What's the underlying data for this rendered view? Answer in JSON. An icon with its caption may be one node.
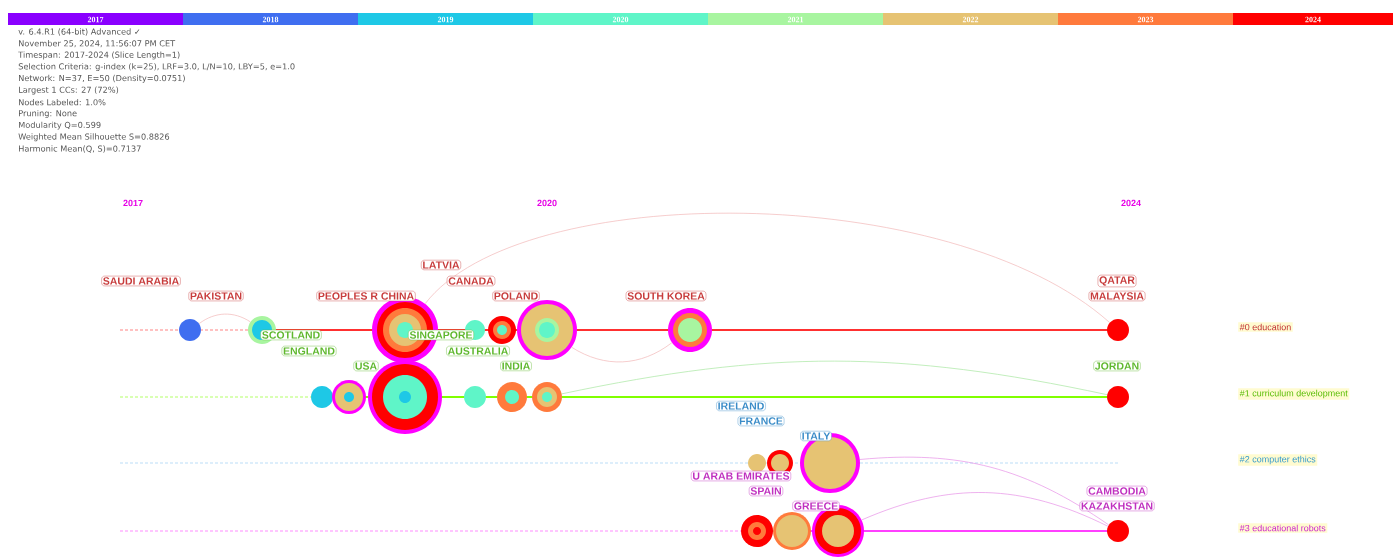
{
  "diagram": {
    "nodes": [
      {
        "text": [],
        "shape": "circle"
      },
      {
        "text": [],
        "shape": "circle"
      },
      {
        "text": [],
        "shape": "circle"
      },
      {
        "text": [],
        "shape": "circle"
      },
      {
        "text": [],
        "shape": "circle"
      },
      {
        "text": [],
        "shape": "circle"
      },
      {
        "text": [],
        "shape": "circle"
      },
      {
        "text": [],
        "shape": "circle"
      },
      {
        "text": [],
        "shape": "circle"
      },
      {
        "text": [],
        "shape": "circle"
      },
      {
        "text": [],
        "shape": "circle"
      },
      {
        "text": [],
        "shape": "circle"
      },
      {
        "text": [],
        "shape": "circle"
      },
      {
        "text": [],
        "shape": "circle"
      },
      {
        "text": [],
        "shape": "circle"
      },
      {
        "text": [],
        "shape": "circle"
      },
      {
        "text": [],
        "shape": "circle"
      },
      {
        "text": [],
        "shape": "circle"
      },
      {
        "text": [],
        "shape": "circle"
      },
      {
        "text": [],
        "shape": "circle"
      },
      {
        "text": [],
        "shape": "circle"
      },
      {
        "text": [],
        "shape": "circle"
      }
    ],
    "edges": [
      {
        "from": 0,
        "to": 1,
        "arrow": "none"
      },
      {
        "from": 2,
        "to": 7,
        "arrow": "none"
      },
      {
        "from": 5,
        "to": 6,
        "arrow": "none"
      },
      {
        "from": 13,
        "to": 14,
        "arrow": "none",
        "color": "#a8e6a0"
      },
      {
        "from": 17,
        "to": 21,
        "arrow": "none",
        "color": "#e690e6"
      },
      {
        "from": 20,
        "to": 21,
        "arrow": "none",
        "color": "#e690e6"
      }
    ],
    "labels": [
      "v. 6.4.R1 (64-bit) Advanced ✓",
      "November 25, 2024, 11:56:07 PM CET",
      "Timespan: 2017-2024 (Slice Length=1)",
      "Selection Criteria: g-index (k=25), LRF=3.0, L/N=10, LBY=5, e=1.0",
      "Network: N=37, E=50 (Density=0.0751)",
      "Largest 1 CCs: 27 (72%)",
      "Nodes Labeled: 1.0%",
      "Pruning: None",
      "Modularity Q=0.599",
      "Weighted Mean Silhouette S=0.8826",
      "Harmonic Mean(Q, S)=0.7137",
      "2017",
      "2020",
      "2024",
      "LATVIA",
      "SAUDI ARABIA",
      "CANADA",
      "QATAR",
      "PAKISTAN",
      "PEOPLES R CHINA",
      "POLAND",
      "SOUTH KOREA",
      "MALAYSIA",
      "#0 education",
      "SCOTLAND",
      "SINGAPORE",
      "ENGLAND",
      "AUSTRALIA",
      "USA",
      "INDIA",
      "JORDAN",
      "#1 curriculum development",
      "IRELAND",
      "FRANCE",
      "ITALY",
      "#2 computer ethics",
      "U ARAB EMIRATES",
      "SPAIN",
      "CAMBODIA",
      "GREECE",
      "KAZAKHSTAN",
      "#3 educational robots"
    ],
    "legend": [
      {
        "text": "2017",
        "color": "#8a00ff"
      },
      {
        "text": "2018",
        "color": "#3f6ef0"
      },
      {
        "text": "2019",
        "color": "#1ec8e6"
      },
      {
        "text": "2020",
        "color": "#5ff5c8"
      },
      {
        "text": "2021",
        "color": "#a8f5a0"
      },
      {
        "text": "2022",
        "color": "#e6c373"
      },
      {
        "text": "2023",
        "color": "#ff7a3c"
      },
      {
        "text": "2024",
        "color": "#ff0000"
      }
    ]
  }
}
